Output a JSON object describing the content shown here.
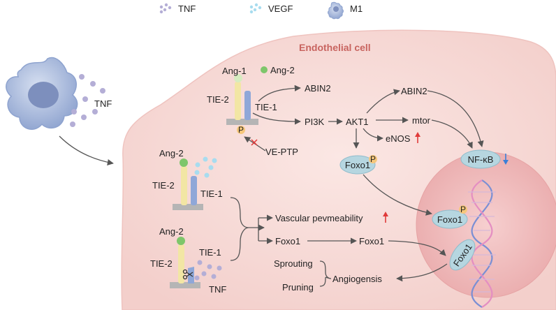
{
  "legend": {
    "tnf": "TNF",
    "vegf": "VEGF",
    "m1": "M1"
  },
  "cell_title": "Endothelial cell",
  "labels": {
    "tnf_macrophage": "TNF",
    "ang1_top": "Ang-1",
    "ang2_top": "Ang-2",
    "tie2_top": "TIE-2",
    "tie1_top": "TIE-1",
    "phospho_top": "P",
    "vePtp": "VE-PTP",
    "abin2_left": "ABIN2",
    "pi3k": "PI3K",
    "akt1": "AKT1",
    "abin2_right": "ABIN2",
    "mtor": "mtor",
    "enos": "eNOS",
    "foxo1_cyto": "Foxo1",
    "phospho_cyto": "P",
    "nfkb": "NF-κB",
    "foxo1_nucleus": "Foxo1",
    "phospho_nucleus": "P",
    "foxo1_dna": "Foxo1",
    "ang2_mid": "Ang-2",
    "tie2_mid": "TIE-2",
    "tie1_mid": "TIE-1",
    "ang2_bottom": "Ang-2",
    "tie2_bottom": "TIE-2",
    "tie1_bottom": "TIE-1",
    "tnf_bottom": "TNF",
    "vascular_permeability": "Vascular pevmeability",
    "foxo1_left": "Foxo1",
    "foxo1_right": "Foxo1",
    "sprouting": "Sprouting",
    "pruning": "Pruning",
    "angiogenesis": "Angiogensis"
  },
  "colors": {
    "cell_fill": "#f7dad7",
    "nucleus_fill": "#f0b8b8",
    "tie2": "#f2e6a4",
    "tie1": "#8fa7d8",
    "ang1": "#d6ecc0",
    "ang2": "#7ec66b",
    "membrane_base": "#b5b5b5",
    "tnf_dot": "#b4aed6",
    "vegf_dot": "#a8dcef",
    "macrophage": "#a3b4d8",
    "foxo1_bubble": "#b6d6e0",
    "phospho": "#f6c77b",
    "red_arrow": "#e03a3a",
    "blue_arrow": "#3b7fd8"
  }
}
